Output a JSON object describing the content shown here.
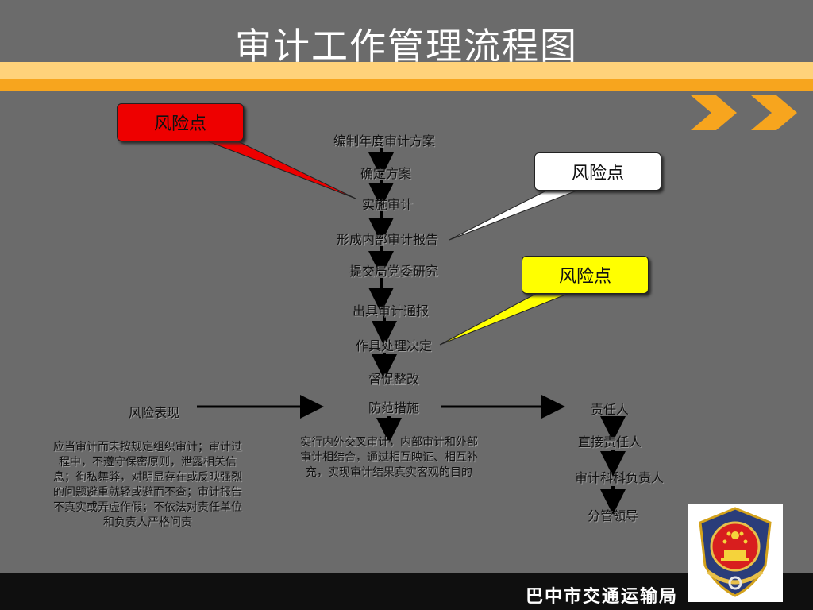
{
  "title": "审计工作管理流程图",
  "flow_steps": [
    "编制年度审计方案",
    "确定方案",
    "实施审计",
    "形成内部审计报告",
    "提交局党委研究",
    "出具审计通报",
    "作具处理决定",
    "督促整改"
  ],
  "risk_callouts": [
    {
      "label": "风险点",
      "color": "#ee0000"
    },
    {
      "label": "风险点",
      "color": "#ffffff"
    },
    {
      "label": "风险点",
      "color": "#ffff00"
    }
  ],
  "columns": {
    "risk_manifestation": {
      "heading": "风险表现",
      "text": "应当审计而未按规定组织审计；审计过程中，不遵守保密原则，泄露相关信息；徇私舞弊，对明显存在或反映强烈的问题避重就轻或避而不查；审计报告不真实或弄虚作假；不依法对责任单位和负责人严格问责"
    },
    "prevention": {
      "heading": "防范措施",
      "text": "实行内外交叉审计，内部审计和外部审计相结合，通过相互映证、相互补充，实现审计结果真实客观的目的"
    },
    "responsible": {
      "heading": "责任人",
      "items": [
        "直接责任人",
        "审计科科负责人",
        "分管领导"
      ]
    }
  },
  "footer": {
    "org": "巴中市交通运输局"
  },
  "colors": {
    "background": "#6b6b6b",
    "band_light": "#ffd27a",
    "band_dark": "#f7a51e",
    "footer": "#0f0f0f"
  }
}
